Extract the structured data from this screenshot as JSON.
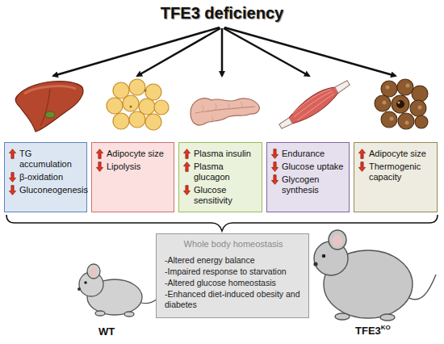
{
  "diagram": {
    "title": "TFE3 deficiency",
    "nodes": [
      {
        "text": [
          "TG accumulation",
          "β-oxidation",
          "Gluconeogenesis"
        ]
      },
      {
        "text": [
          "Adipocyte size",
          "Lipolysis"
        ]
      },
      {
        "text": [
          "Plasma insulin",
          "Plasma glucagon",
          "Glucose sensitivity"
        ]
      },
      {
        "text": [
          "Endurance",
          "Glucose uptake",
          "Glycogen synthesis"
        ]
      },
      {
        "text": [
          "Adipocyte size",
          "Thermogenic capacity"
        ]
      },
      {
        "text": [
          "Whole body homeostasis",
          "-Altered energy balance",
          "-Impaired response to starvation",
          "-Altered glucose homeostasis",
          "-Enhanced diet-induced obesity and diabetes"
        ]
      }
    ],
    "edges": [],
    "labels": [
      "WT",
      "TFE3",
      "KO"
    ]
  }
}
